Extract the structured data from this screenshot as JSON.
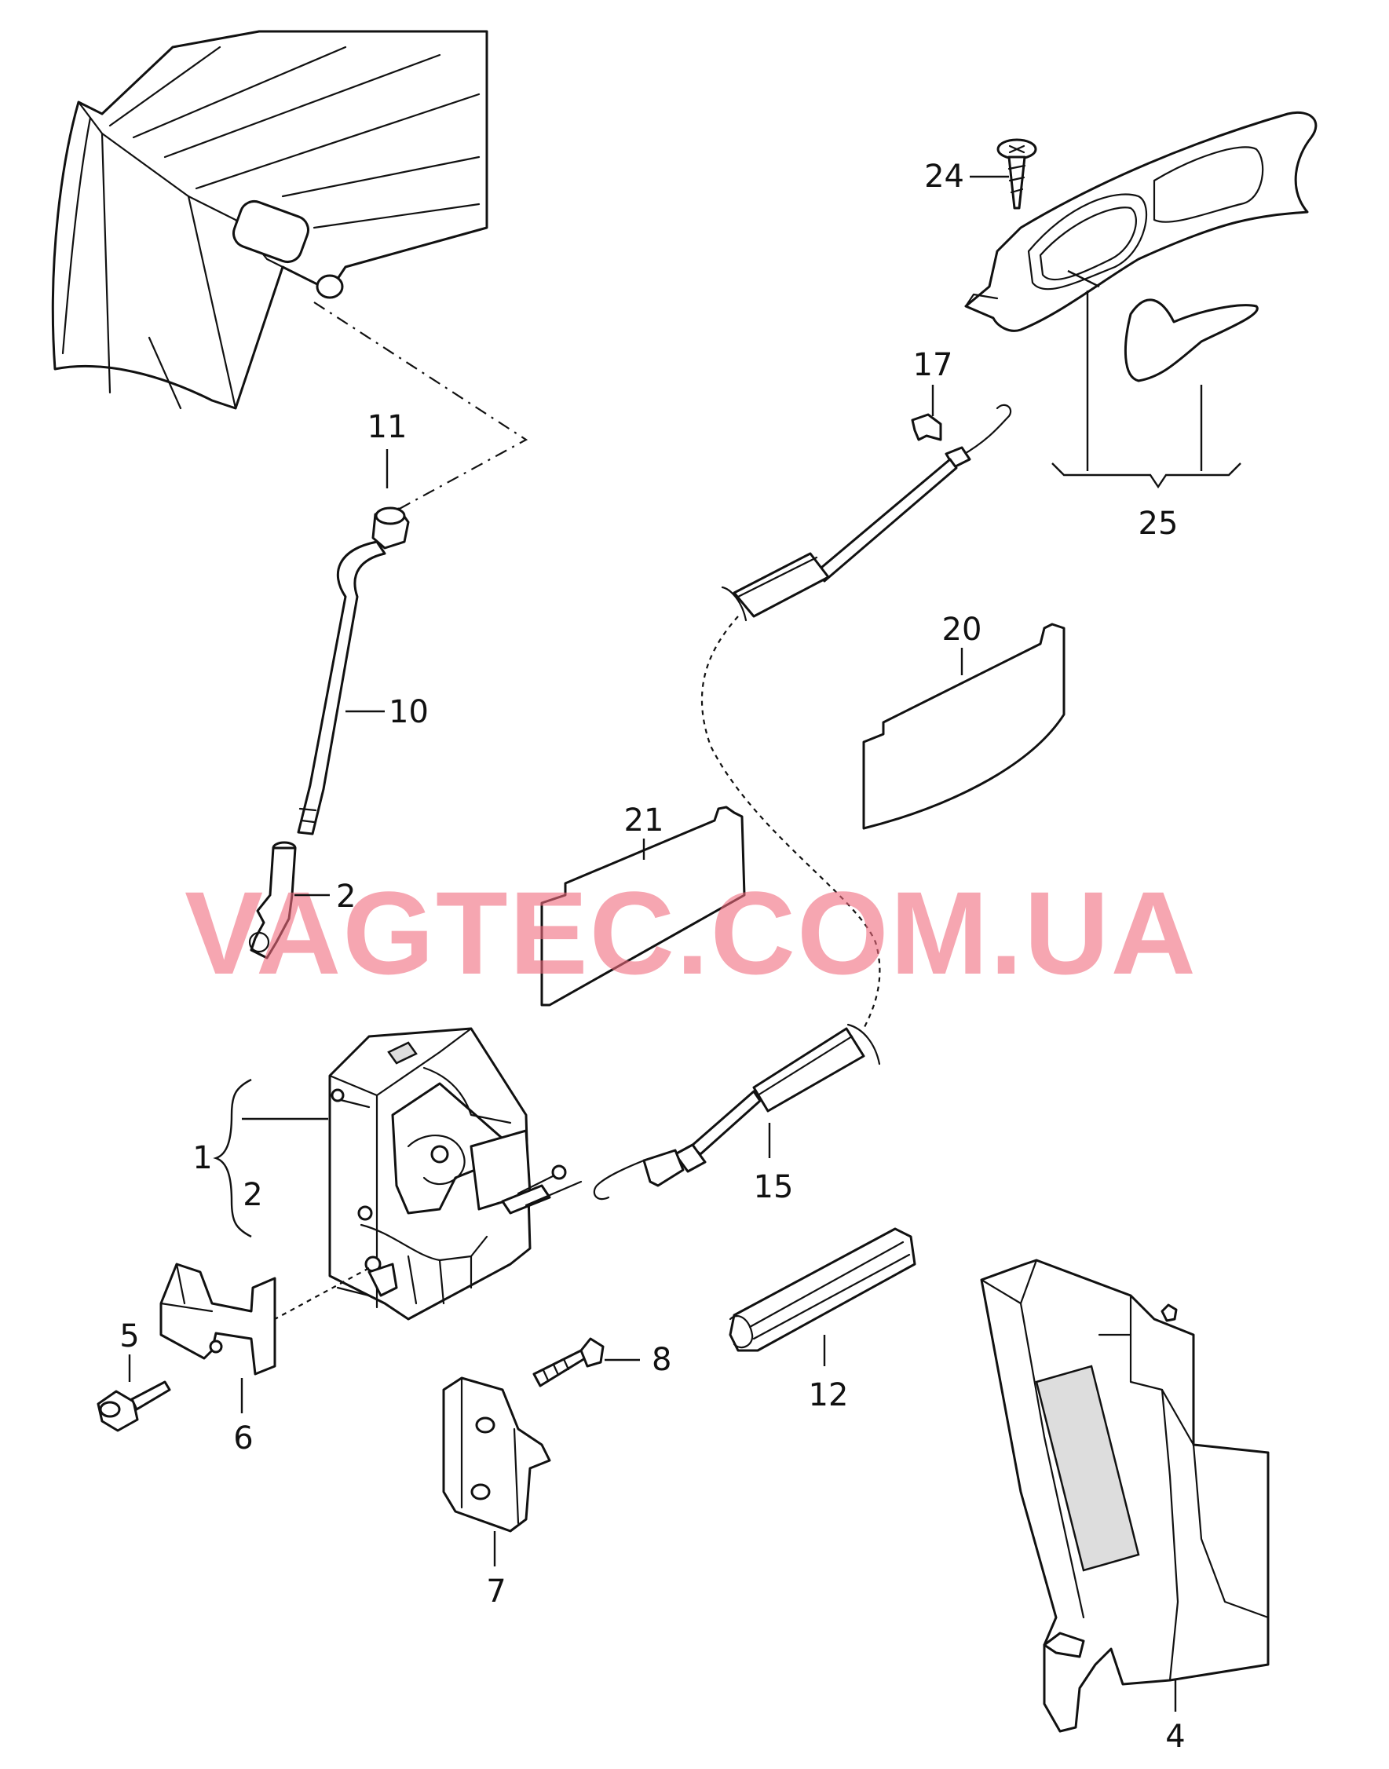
{
  "watermark": "VAGTEC.COM.UA",
  "callouts": {
    "c1": "1",
    "c2a": "2",
    "c2b": "2",
    "c4": "4",
    "c5": "5",
    "c6": "6",
    "c7": "7",
    "c8": "8",
    "c10": "10",
    "c11": "11",
    "c12": "12",
    "c15": "15",
    "c17": "17",
    "c20": "20",
    "c21": "21",
    "c24": "24",
    "c25": "25"
  },
  "colors": {
    "line": "#111111",
    "watermark": "#f06b7d"
  }
}
